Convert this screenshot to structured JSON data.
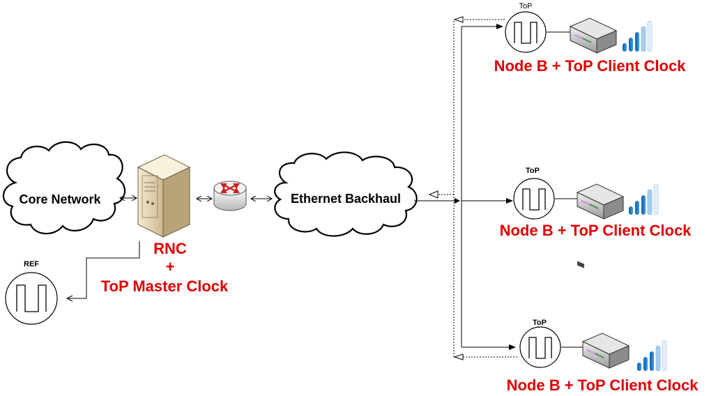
{
  "core_network": {
    "label": "Core Network"
  },
  "ethernet_backhaul": {
    "label": "Ethernet Backhaul"
  },
  "rnc": {
    "line1": "RNC",
    "line2": "+",
    "line3": "ToP Master Clock"
  },
  "ref_clock": {
    "label": "REF"
  },
  "clients": [
    {
      "clock_label": "ToP",
      "caption": "Node B + ToP Client Clock"
    },
    {
      "clock_label": "ToP",
      "caption": "Node B + ToP Client Clock"
    },
    {
      "clock_label": "ToP",
      "caption": "Node B + ToP Client Clock"
    }
  ],
  "colors": {
    "caption_red": "#e00000",
    "signal_blue": "#1f7bc6",
    "server_beige": "#e9dcc0"
  }
}
